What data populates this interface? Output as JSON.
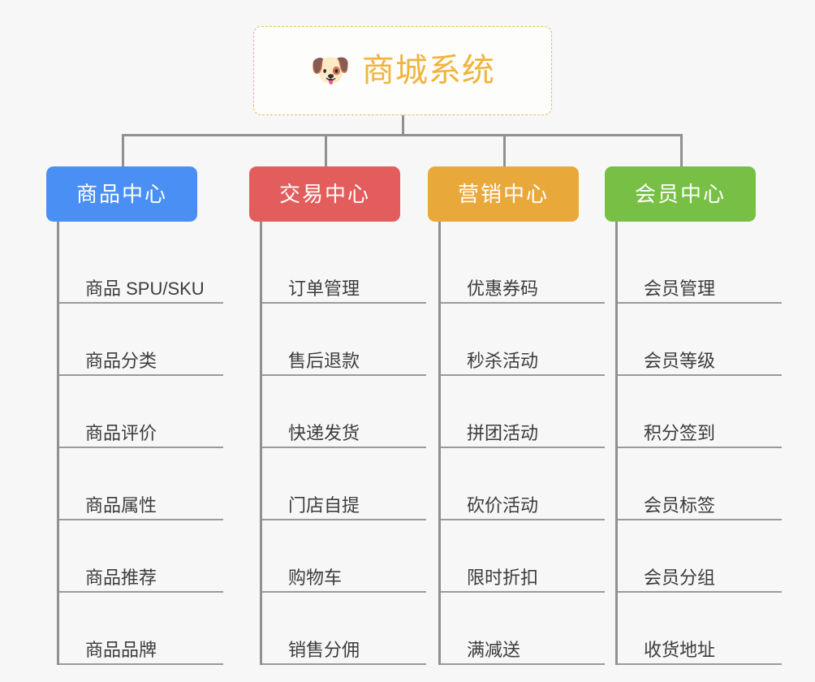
{
  "page": {
    "background_color": "#f7f7f7",
    "line_color": "#909090"
  },
  "root": {
    "icon": "🐶",
    "icon_name": "shiba-dog-face-icon",
    "title": "商城系统",
    "text_color": "#f0b43c",
    "border_color": "#e8b95c"
  },
  "columns": [
    {
      "category": "商品中心",
      "color": "#4a90f4",
      "items": [
        "商品 SPU/SKU",
        "商品分类",
        "商品评价",
        "商品属性",
        "商品推荐",
        "商品品牌"
      ]
    },
    {
      "category": "交易中心",
      "color": "#e35d5d",
      "items": [
        "订单管理",
        "售后退款",
        "快递发货",
        "门店自提",
        "购物车",
        "销售分佣"
      ]
    },
    {
      "category": "营销中心",
      "color": "#e9a93a",
      "items": [
        "优惠券码",
        "秒杀活动",
        "拼团活动",
        "砍价活动",
        "限时折扣",
        "满减送"
      ]
    },
    {
      "category": "会员中心",
      "color": "#78c045",
      "items": [
        "会员管理",
        "会员等级",
        "积分签到",
        "会员标签",
        "会员分组",
        "收货地址"
      ]
    }
  ]
}
